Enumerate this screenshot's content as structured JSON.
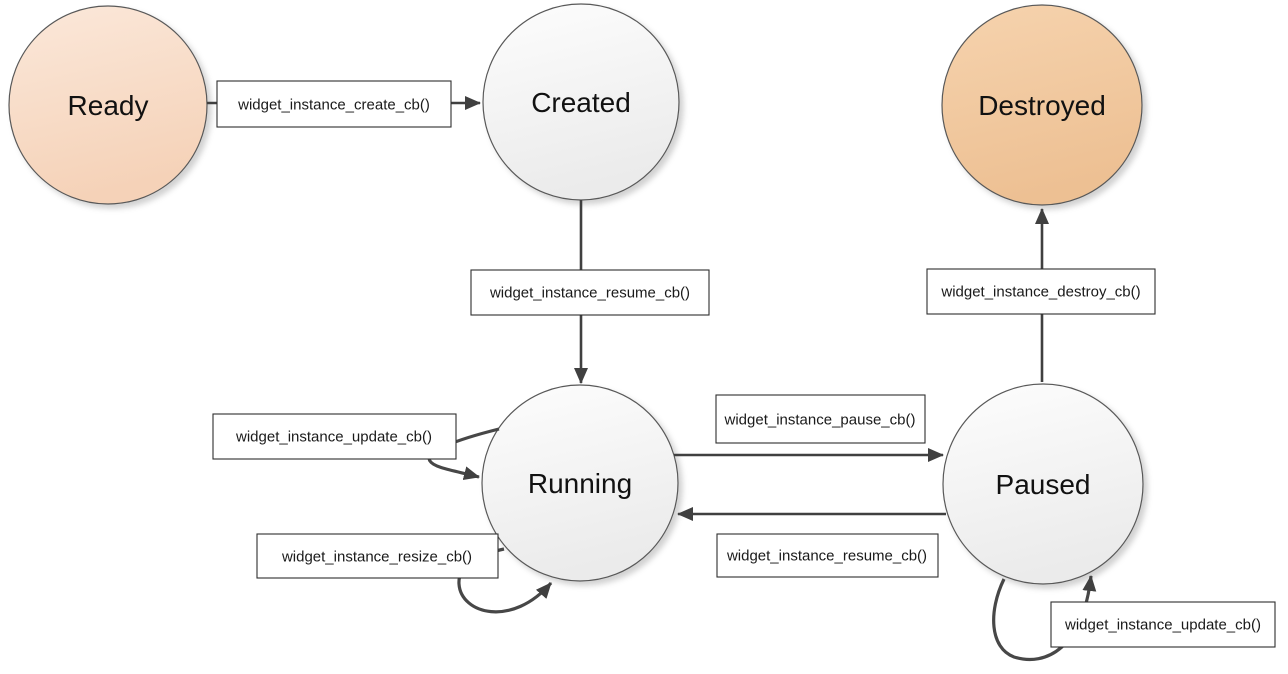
{
  "diagram_type": "state-machine",
  "states": {
    "ready": {
      "label": "Ready"
    },
    "created": {
      "label": "Created"
    },
    "destroyed": {
      "label": "Destroyed"
    },
    "running": {
      "label": "Running"
    },
    "paused": {
      "label": "Paused"
    }
  },
  "transitions": {
    "create": {
      "label": "widget_instance_create_cb()",
      "from": "Ready",
      "to": "Created"
    },
    "resume_created": {
      "label": "widget_instance_resume_cb()",
      "from": "Created",
      "to": "Running"
    },
    "pause": {
      "label": "widget_instance_pause_cb()",
      "from": "Running",
      "to": "Paused"
    },
    "resume_paused": {
      "label": "widget_instance_resume_cb()",
      "from": "Paused",
      "to": "Running"
    },
    "destroy": {
      "label": "widget_instance_destroy_cb()",
      "from": "Paused",
      "to": "Destroyed"
    },
    "update_running": {
      "label": "widget_instance_update_cb()",
      "from": "Running",
      "to": "Running"
    },
    "resize_running": {
      "label": "widget_instance_resize_cb()",
      "from": "Running",
      "to": "Running"
    },
    "update_paused": {
      "label": "widget_instance_update_cb()",
      "from": "Paused",
      "to": "Paused"
    }
  },
  "colors": {
    "ready_top": "#fbe8da",
    "ready_bottom": "#f5d2b8",
    "destroyed_top": "#f6d3ae",
    "destroyed_bottom": "#edc093",
    "neutral_top": "#fdfdfd",
    "neutral_bottom": "#ebebeb",
    "node_stroke": "#595959",
    "arrow": "#404040",
    "box_border": "#2f2f2f",
    "label_text": "#1a1a1a"
  }
}
